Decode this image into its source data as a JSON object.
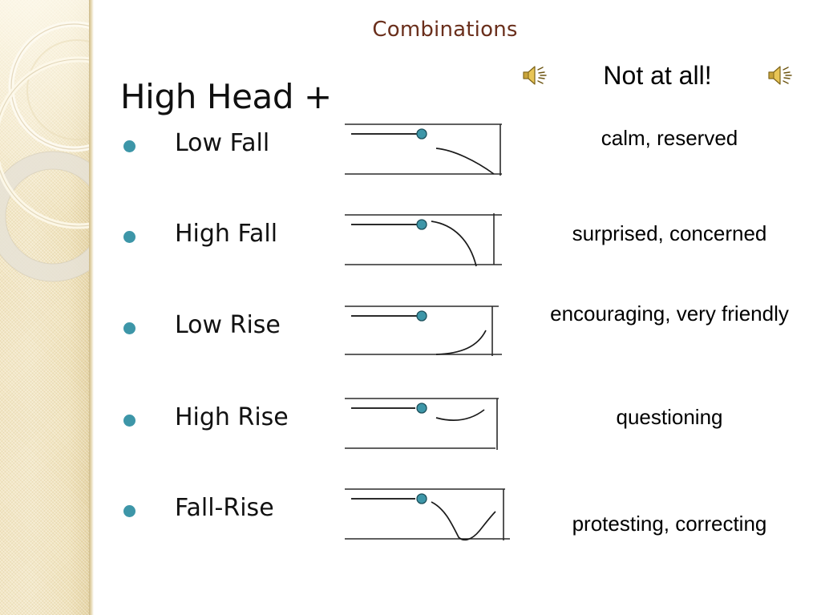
{
  "slide": {
    "title": "Combinations",
    "heading": "High Head +",
    "title_color": "#6a2f1c",
    "bullet_color": "#3d96a8"
  },
  "banner": {
    "text": "Not at all!",
    "left_icon": "speaker-icon",
    "right_icon": "speaker-icon"
  },
  "rows": [
    {
      "label": "Low Fall",
      "description": "calm, reserved",
      "tonogram": "low-fall-tonogram",
      "bullet": "bullet-dot"
    },
    {
      "label": "High Fall",
      "description": "surprised, concerned",
      "tonogram": "high-fall-tonogram",
      "bullet": "bullet-dot"
    },
    {
      "label": "Low Rise",
      "description": "encouraging, very friendly",
      "tonogram": "low-rise-tonogram",
      "bullet": "bullet-dot"
    },
    {
      "label": "High Rise",
      "description": "questioning",
      "tonogram": "high-rise-tonogram",
      "bullet": "bullet-dot"
    },
    {
      "label": "Fall-Rise",
      "description": "protesting, correcting",
      "tonogram": "fall-rise-tonogram",
      "bullet": "bullet-dot"
    }
  ]
}
